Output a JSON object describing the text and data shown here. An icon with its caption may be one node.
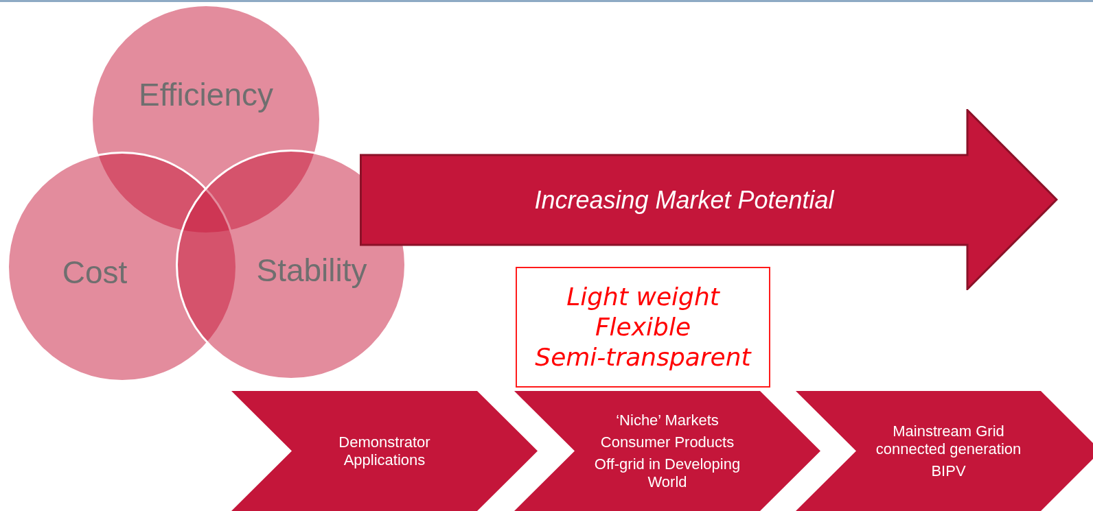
{
  "diagram": {
    "nodes": [
      {
        "text": [
          "Efficiency"
        ]
      },
      {
        "text": [
          "Cost"
        ]
      },
      {
        "text": [
          "Stability"
        ]
      },
      {
        "text": [
          "Increasing Market Potential"
        ]
      },
      {
        "text": [
          "Light weight",
          "Flexible",
          "Semi-transparent"
        ]
      },
      {
        "text": [
          "Demonstrator Applications"
        ]
      },
      {
        "text": [
          "‘Niche’ Markets",
          "Consumer Products",
          "Off-grid in Developing  World"
        ]
      },
      {
        "text": [
          "Mainstream Grid connected generation",
          "BIPV"
        ]
      }
    ],
    "edges": []
  }
}
